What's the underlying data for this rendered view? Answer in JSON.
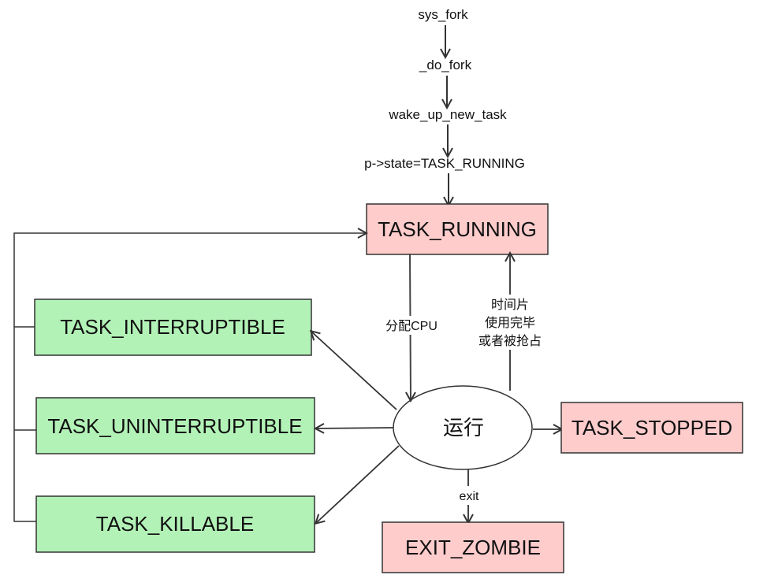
{
  "diagram": {
    "call_chain": [
      "sys_fork",
      "_do_fork",
      "wake_up_new_task",
      "p->state=TASK_RUNNING"
    ],
    "states": {
      "running": "TASK_RUNNING",
      "interruptible": "TASK_INTERRUPTIBLE",
      "uninterruptible": "TASK_UNINTERRUPTIBLE",
      "killable": "TASK_KILLABLE",
      "run": "运行",
      "stopped": "TASK_STOPPED",
      "zombie": "EXIT_ZOMBIE"
    },
    "edge_labels": {
      "assign_cpu": "分配CPU",
      "timeslice_line1": "时间片",
      "timeslice_line2": "使用完毕",
      "timeslice_line3": "或者被抢占",
      "exit": "exit"
    },
    "colors": {
      "pink_fill": "#ffcccc",
      "green_fill": "#b3f2b7",
      "stroke": "#222222",
      "arrow": "#444444"
    }
  }
}
